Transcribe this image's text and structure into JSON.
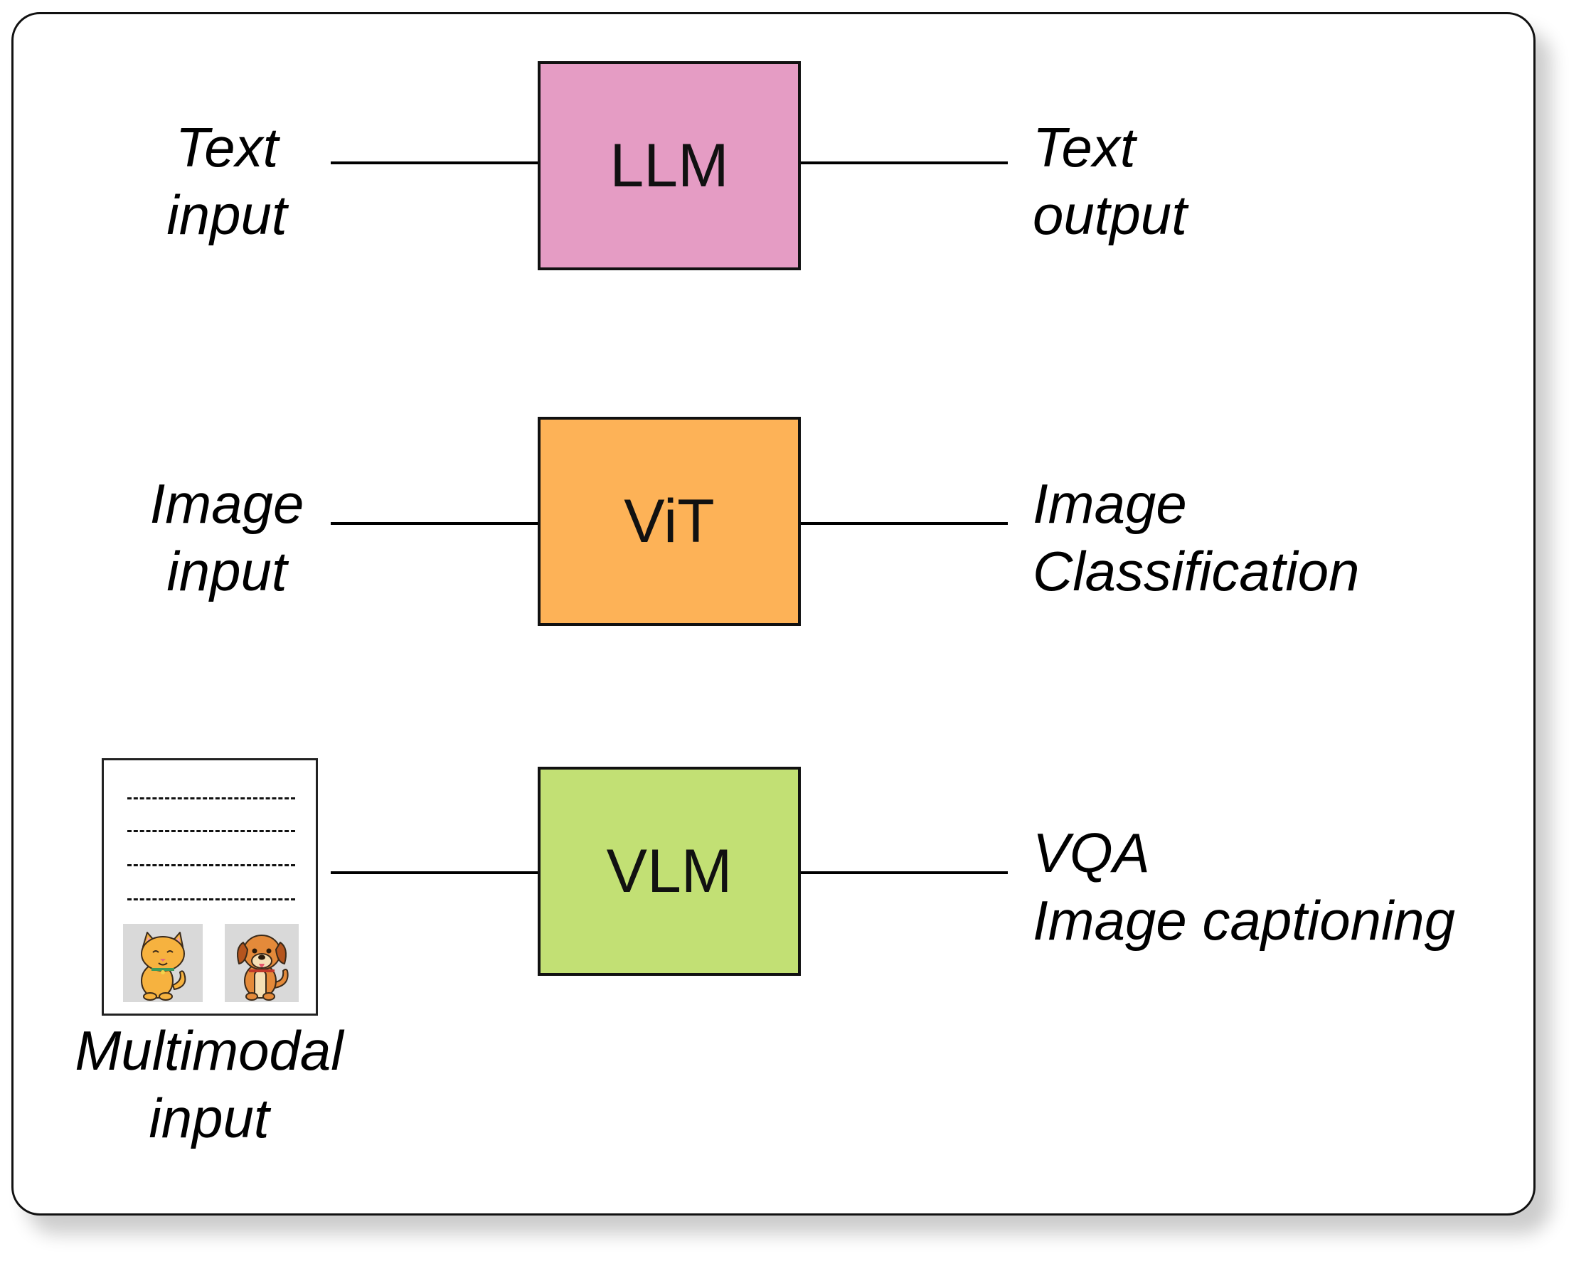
{
  "rows": [
    {
      "model": "LLM",
      "color": "#e59cc4",
      "input": [
        "Text",
        "input"
      ],
      "output": [
        "Text",
        "output"
      ]
    },
    {
      "model": "ViT",
      "color": "#fdb257",
      "input": [
        "Image",
        "input"
      ],
      "output": [
        "Image",
        "Classification"
      ]
    },
    {
      "model": "VLM",
      "color": "#c2e074",
      "input": [
        "Multimodal",
        "input"
      ],
      "output": [
        "VQA",
        "Image captioning"
      ]
    }
  ],
  "document_icon": {
    "text_lines": 4,
    "images": [
      "cat-icon",
      "dog-icon"
    ]
  }
}
